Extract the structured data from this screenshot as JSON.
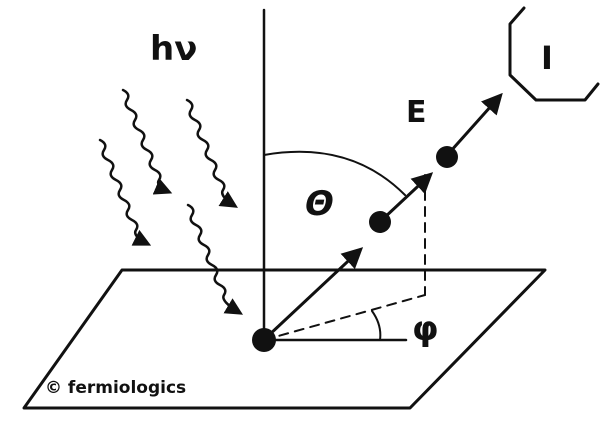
{
  "labels": {
    "photon_energy": "hν",
    "electron_energy": "E",
    "polar_angle": "Θ",
    "azimuthal_angle": "φ",
    "intensity": "I",
    "copyright": "© fermiologics"
  },
  "colors": {
    "ink": "#111111",
    "background": "#ffffff"
  },
  "icons": {
    "detector": "detector-octagon-icon",
    "photon": "wavy-arrow-icon"
  }
}
